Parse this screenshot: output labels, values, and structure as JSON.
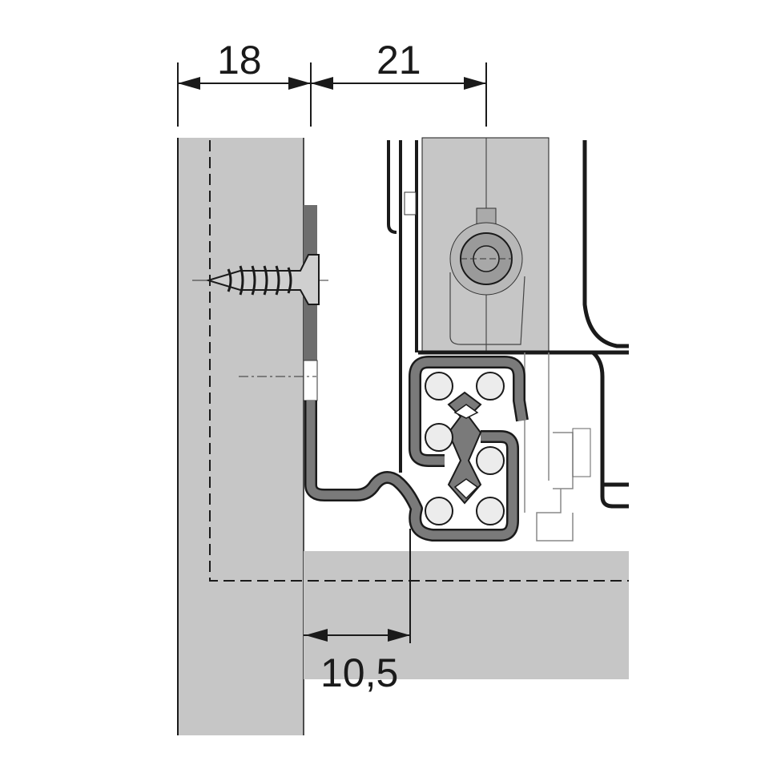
{
  "dimensions": {
    "cabinet_thickness": "18",
    "slide_offset": "21",
    "bottom_clearance": "10,5"
  },
  "colors": {
    "panel": "#c6c6c6",
    "rail": "#7a7a7a",
    "ball": "#ececec",
    "line": "#1a1a1a"
  }
}
